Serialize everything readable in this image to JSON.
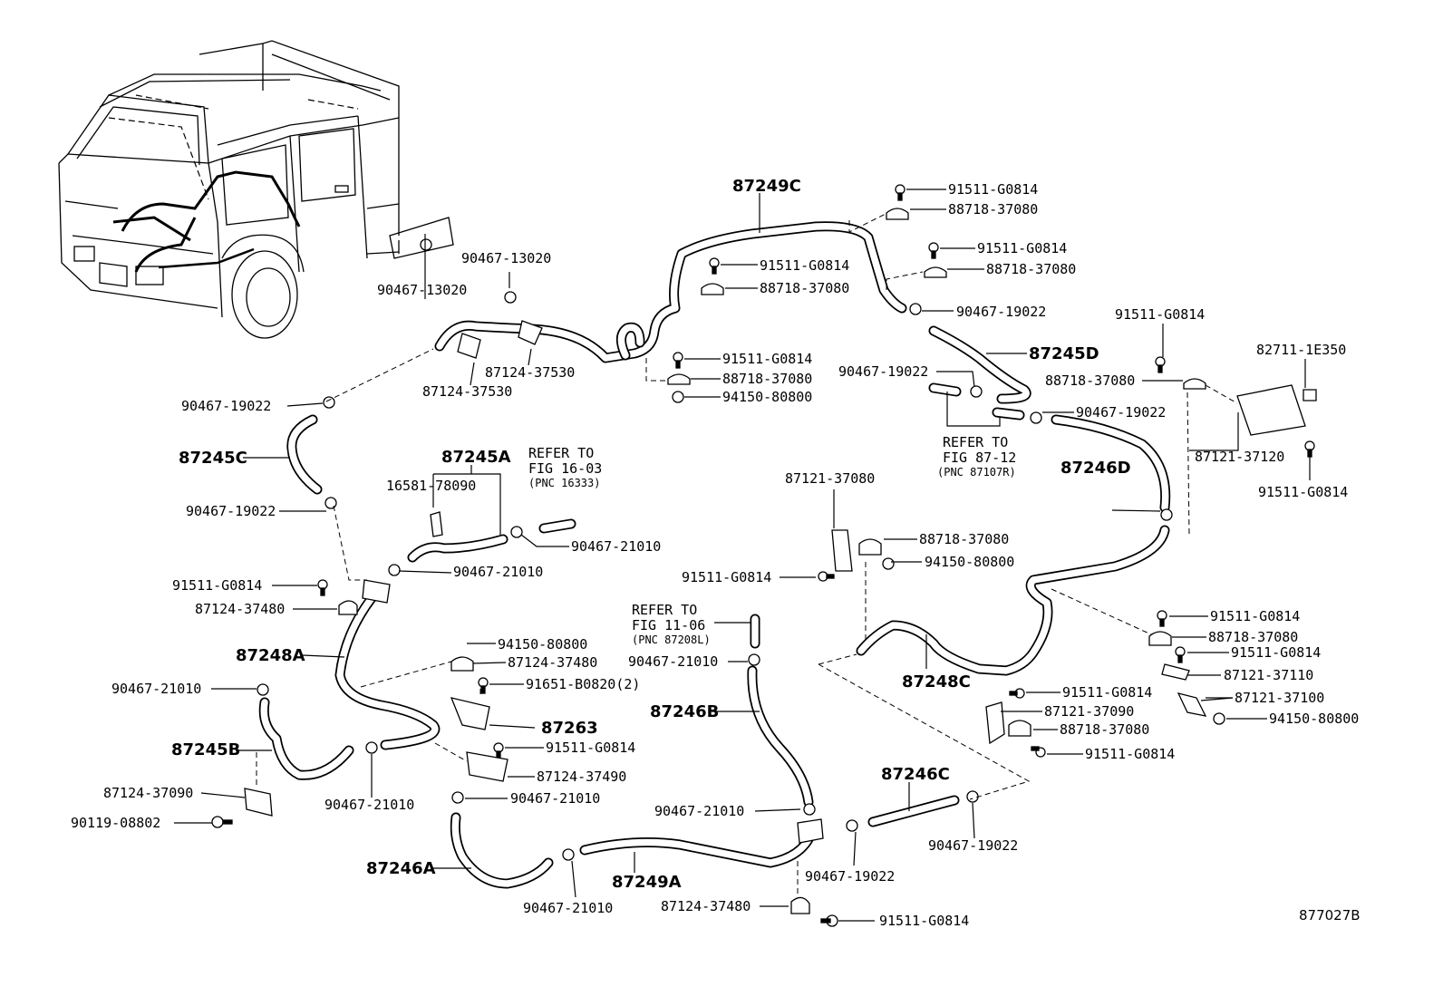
{
  "diagram": {
    "code": "877027B",
    "hose_labels": {
      "h87249C": "87249C",
      "h87245D": "87245D",
      "h87245C": "87245C",
      "h87245A": "87245A",
      "h87246D": "87246D",
      "h87248A": "87248A",
      "h87248C": "87248C",
      "h87246B": "87246B",
      "h87245B": "87245B",
      "h87263": "87263",
      "h87246C": "87246C",
      "h87246A": "87246A",
      "h87249A": "87249A"
    },
    "refer_notes": {
      "fig1603_l1": "REFER TO",
      "fig1603_l2": "FIG 16-03",
      "fig1603_l3": "(PNC 16333)",
      "fig8712_l1": "REFER TO",
      "fig8712_l2": "FIG 87-12",
      "fig8712_l3": "(PNC 87107R)",
      "fig1106_l1": "REFER TO",
      "fig1106_l2": "FIG 11-06",
      "fig1106_l3": "(PNC 87208L)"
    },
    "part_labels": [
      "91511-G0814",
      "88718-37080",
      "91511-G0814",
      "88718-37080",
      "91511-G0814",
      "88718-37080",
      "90467-19022",
      "90467-13020",
      "90467-13020",
      "87124-37530",
      "87124-37530",
      "91511-G0814",
      "88718-37080",
      "94150-80800",
      "91511-G0814",
      "88718-37080",
      "82711-1E350",
      "90467-19022",
      "90467-19022",
      "90467-19022",
      "87121-37120",
      "91511-G0814",
      "90467-19022",
      "16581-78090",
      "90467-21010",
      "87121-37080",
      "88718-37080",
      "94150-80800",
      "91511-G0814",
      "90467-21010",
      "91511-G0814",
      "87124-37480",
      "91511-G0814",
      "88718-37080",
      "91511-G0814",
      "87121-37110",
      "94150-80800",
      "87124-37480",
      "90467-21010",
      "90467-21010",
      "91651-B0820(2)",
      "91511-G0814",
      "87121-37090",
      "87121-37100",
      "94150-80800",
      "88718-37080",
      "91511-G0814",
      "91511-G0814",
      "87124-37490",
      "87124-37090",
      "90467-21010",
      "90467-21010",
      "90119-08802",
      "90467-21010",
      "90467-19022",
      "90467-19022",
      "90467-21010",
      "87124-37480",
      "91511-G0814"
    ]
  }
}
